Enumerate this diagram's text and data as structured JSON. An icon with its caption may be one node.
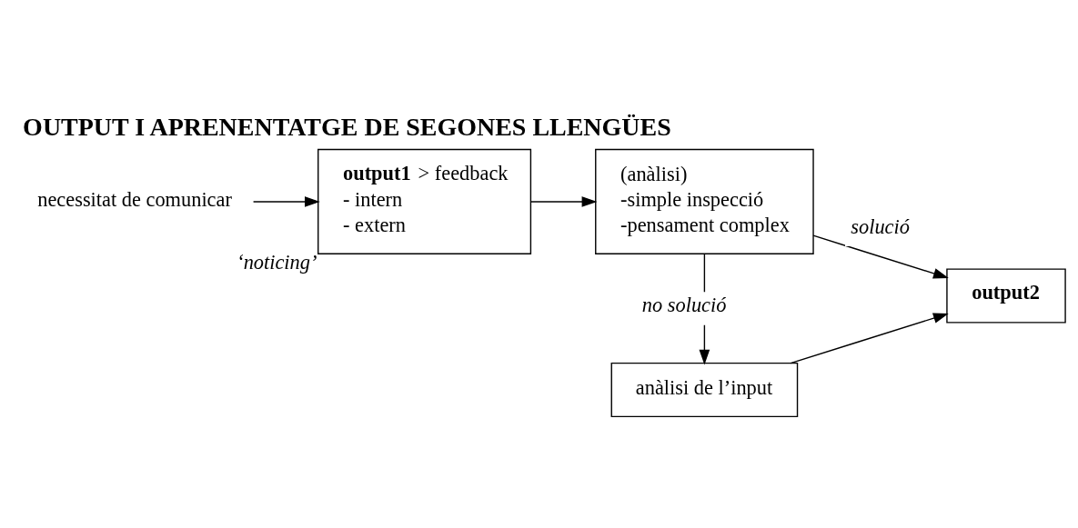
{
  "diagram": {
    "title": "OUTPUT I APRENENTATGE DE SEGONES LLENGÜES",
    "nodes": [
      {
        "text": [
          "necessitat de comunicar"
        ]
      },
      {
        "text": [
          "**output1** > feedback",
          "- intern",
          "- extern"
        ],
        "beside": [
          "‘noticing’"
        ]
      },
      {
        "text": [
          "(anàlisi)",
          "-simple inspecció",
          "-pensament complex"
        ]
      },
      {
        "text": [
          "anàlisi de l’input"
        ]
      },
      {
        "text": [
          "output2"
        ]
      }
    ],
    "edges": [
      {
        "from": 0,
        "to": 1,
        "arrow": "to"
      },
      {
        "from": 1,
        "to": 2,
        "arrow": "to"
      },
      {
        "from": 2,
        "to": 3,
        "arrow": "to",
        "label": "no solució"
      },
      {
        "from": 2,
        "to": 4,
        "arrow": "to",
        "label": "solució"
      },
      {
        "from": 3,
        "to": 4,
        "arrow": "to"
      }
    ]
  }
}
